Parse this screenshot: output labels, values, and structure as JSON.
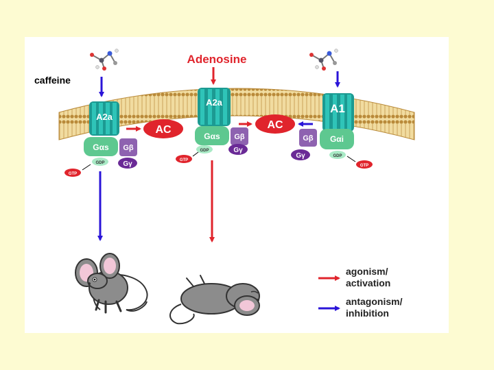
{
  "title": "Adenosine",
  "ligands": {
    "left": "caffeine"
  },
  "receptors": {
    "left": "A2a",
    "middle": "A2a",
    "right": "A1"
  },
  "enzymes": {
    "left": "AC",
    "middle": "AC"
  },
  "g_proteins": {
    "left": {
      "alpha": "Gαs",
      "beta": "Gβ",
      "gamma": "Gγ",
      "gdp": "GDP",
      "gtp": "GTP"
    },
    "middle": {
      "alpha": "Gαs",
      "beta": "Gβ",
      "gamma": "Gγ",
      "gdp": "GDP",
      "gtp": "GTP"
    },
    "right": {
      "alpha": "Gαi",
      "beta": "Gβ",
      "gamma": "Gγ",
      "gdp": "GDP",
      "gtp": "GTP"
    }
  },
  "legend": {
    "agonism": [
      "agonism/",
      "activation"
    ],
    "antagonism": [
      "antagonism/",
      "inhibition"
    ]
  },
  "colors": {
    "background": "#fdfbd2",
    "activation": "#e0242c",
    "inhibition": "#2a14d8",
    "receptor": "#1c9a92",
    "g_alpha": "#5ec890",
    "g_beta": "#8e62b0",
    "g_gamma": "#6a2a96",
    "membrane": "#d9b56a"
  }
}
